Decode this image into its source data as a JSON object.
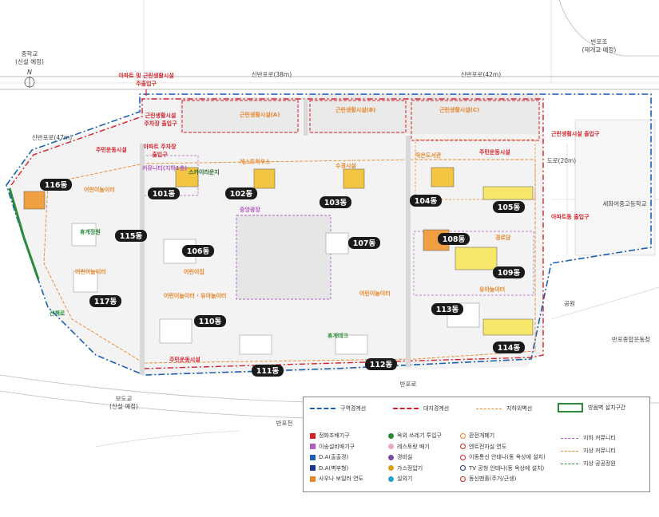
{
  "outside_labels": {
    "banpo_jo": "반포조",
    "banpo_jo_sub": "(재개교 예정)",
    "middle_school": "중학교",
    "middle_school_sub": "(신설 예정)",
    "north": "N",
    "sinbanpo_38": "신반포로(38m)",
    "sinbanpo_42": "신반포로(42m)",
    "sinbanpo_47": "신반포로(47m)",
    "doro_20": "도로(20m)",
    "sehwa_school": "세화여중고등학교",
    "park": "공원",
    "banpo_sports": "반포종합운동장",
    "banpo_ro": "반포로",
    "bodo_gyo": "보도교",
    "bodo_gyo_sub": "(신설 예정)",
    "banpo_cheon": "반포천"
  },
  "callouts": {
    "apt_entrance": "아파트 및 근린생활시설",
    "apt_entrance_2": "주출입구",
    "retail_parking": "근린생활시설",
    "retail_parking_2": "주차장 출입구",
    "apt_parking": "아파트 주차장",
    "apt_parking_2": "출입구",
    "retail_exit": "근린생활시설 출입구",
    "apt_exit": "아파트동 출입구"
  },
  "buildings": [
    {
      "id": "116",
      "label": "116동"
    },
    {
      "id": "101",
      "label": "101동"
    },
    {
      "id": "102",
      "label": "102동"
    },
    {
      "id": "103",
      "label": "103동"
    },
    {
      "id": "104",
      "label": "104동"
    },
    {
      "id": "105",
      "label": "105동"
    },
    {
      "id": "115",
      "label": "115동"
    },
    {
      "id": "106",
      "label": "106동"
    },
    {
      "id": "107",
      "label": "107동"
    },
    {
      "id": "108",
      "label": "108동"
    },
    {
      "id": "109",
      "label": "109동"
    },
    {
      "id": "117",
      "label": "117동"
    },
    {
      "id": "110",
      "label": "110동"
    },
    {
      "id": "113",
      "label": "113동"
    },
    {
      "id": "114",
      "label": "114동"
    },
    {
      "id": "112",
      "label": "112동"
    },
    {
      "id": "111",
      "label": "111동"
    }
  ],
  "facilities": {
    "community": "주민운동시설",
    "community2": "주민운동시설",
    "community3": "주민운동시설",
    "skylounge": "스카이라운지",
    "kids": "어린이놀이터",
    "kids2": "어린이놀이터",
    "kids3": "어린이놀이터 · 유아놀이터",
    "kids4": "어린이놀이터",
    "garden": "휴게정원",
    "guest": "게스트하우스",
    "library": "작은도서관",
    "childcare": "어린이집",
    "seniors": "경로당",
    "playground": "유아놀이터",
    "water": "수경시설",
    "plaza": "중앙광장",
    "retail_a": "근린생활시설(A)",
    "retail_b": "근린생활시설(B)",
    "retail_c": "근린생활시설(C)",
    "community_center": "커뮤니티(지하1층)",
    "trail": "산책로",
    "bench": "휴게데크"
  },
  "legend": {
    "boundary_zone": "구역경계선",
    "boundary_site": "대지경계선",
    "boundary_underground": "지하외벽선",
    "noise_wall": "방음벽 설치구간",
    "items_col1": [
      "정화조배기구",
      "이송설비배기구",
      "D.A(출출경)",
      "D.A(벽부형)",
      "사우나 보일러 연도"
    ],
    "items_col2": [
      "옥외 쓰레기 투입구",
      "레스토랑 배기",
      "경비실",
      "가스정압기",
      "실외기"
    ],
    "items_col3": [
      "환전개폐기",
      "엔트전자실 연도",
      "이동통신 안테나(동 옥상에 설치)",
      "TV 공청 안테나(동 옥상에 설치)",
      "동신맨홀(주거/근생)"
    ],
    "items_col4": [
      "지하 커뮤니티",
      "지상 커뮤니티",
      "지상 공공정원"
    ]
  },
  "colors": {
    "zone_line": "#1a5fb4",
    "site_line": "#d3222a",
    "underground_line": "#e8862a",
    "noise_wall": "#2a8a3a",
    "building_label_bg": "#1a1a1a",
    "retail_fill": "#f4c542"
  }
}
